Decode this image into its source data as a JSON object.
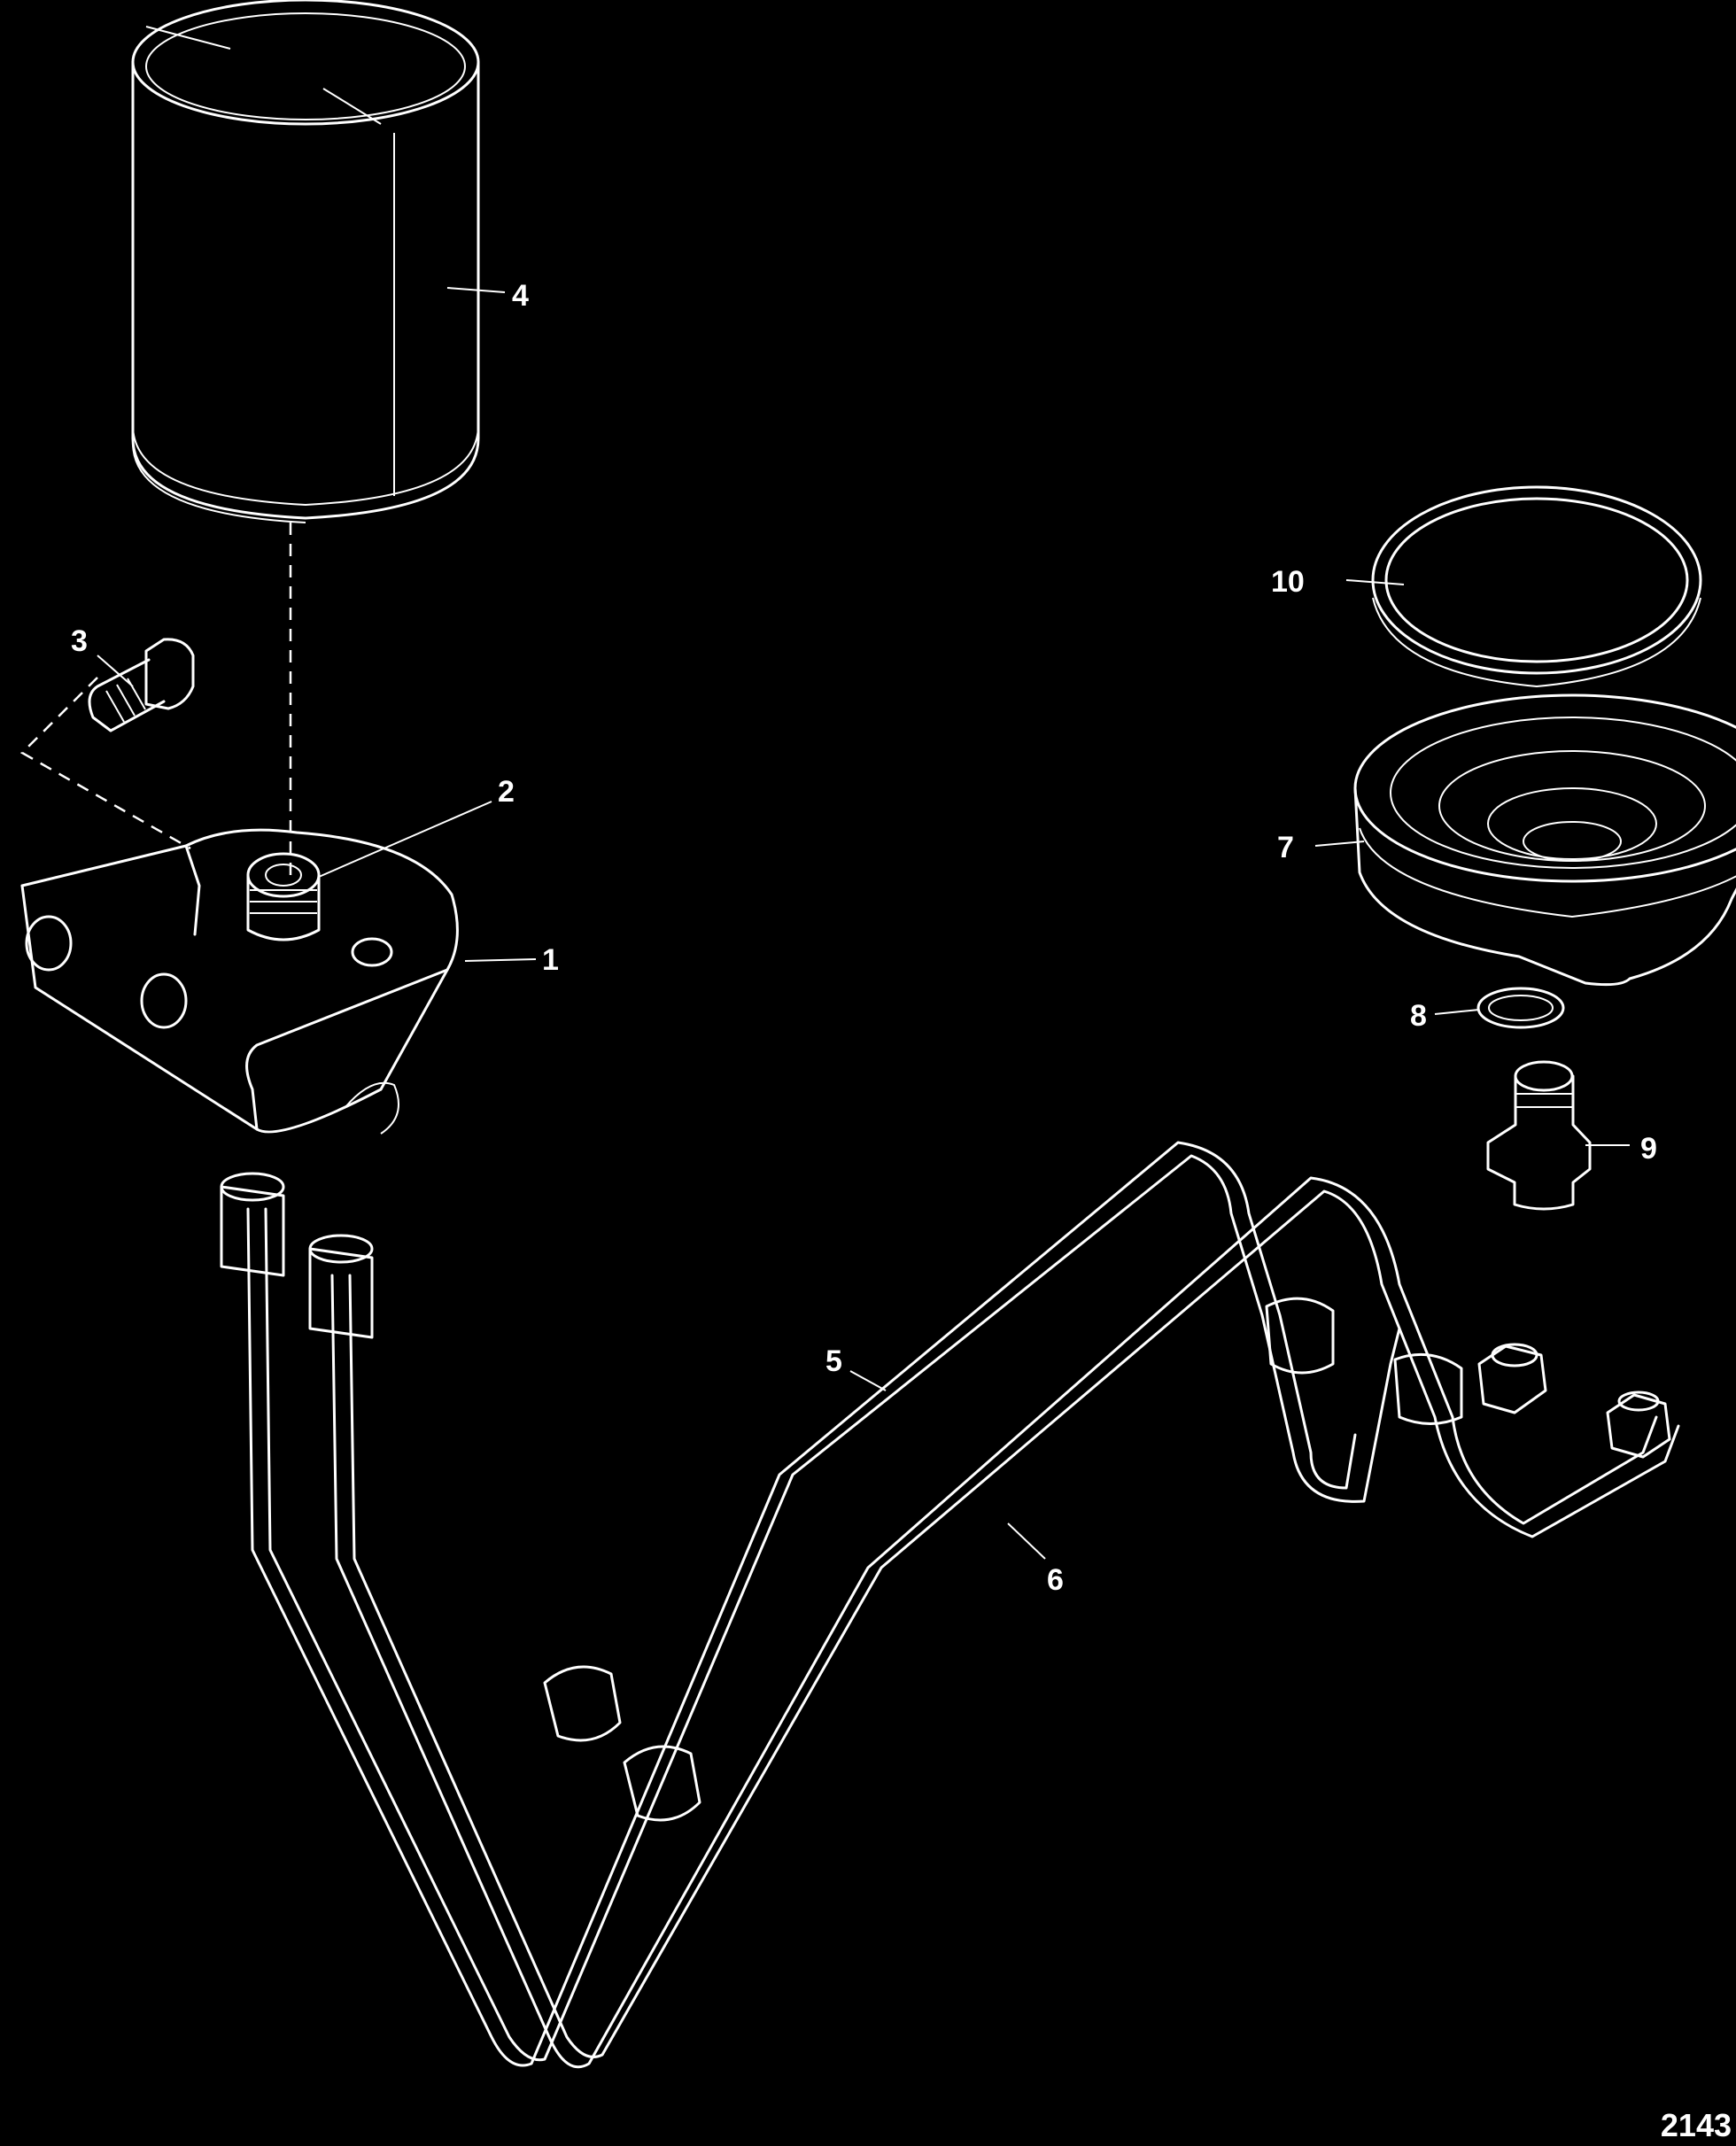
{
  "diagram": {
    "figure_number": "2143",
    "callouts": {
      "c1": "1",
      "c2": "2",
      "c3": "3",
      "c4": "4",
      "c5": "5",
      "c6": "6",
      "c7": "7",
      "c8": "8",
      "c9": "9",
      "c10": "10"
    },
    "colors": {
      "background": "#000000",
      "linework": "#ffffff"
    }
  }
}
